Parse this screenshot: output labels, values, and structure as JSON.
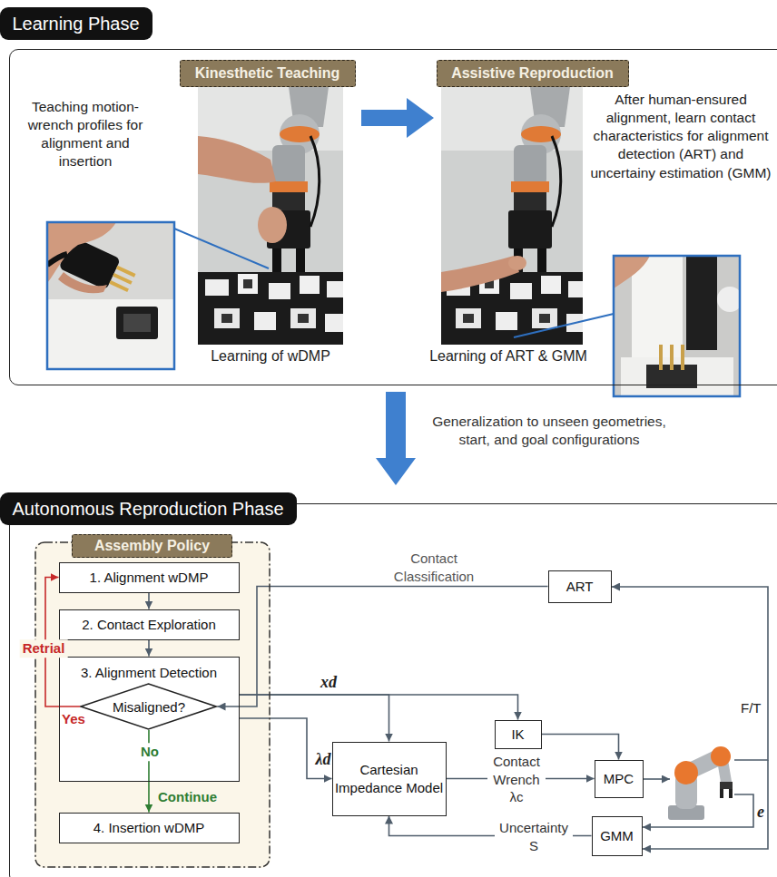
{
  "diagram": {
    "nodes": [
      {
        "text": [
          "Learning Phase"
        ]
      },
      {
        "text": [
          "Kinesthetic Teaching"
        ],
        "in": 0
      },
      {
        "text": [
          "Assistive Reproduction"
        ],
        "in": 0
      },
      {
        "text": [
          "Autonomous Reproduction Phase"
        ]
      },
      {
        "text": [
          "Assembly Policy"
        ],
        "in": 3
      },
      {
        "text": [
          "1. Alignment wDMP"
        ],
        "in": 4
      },
      {
        "text": [
          "2. Contact Exploration"
        ],
        "in": 4
      },
      {
        "text": [
          "3. Alignment Detection"
        ],
        "in": 4
      },
      {
        "text": [
          "Misaligned?"
        ],
        "in": 7
      },
      {
        "text": [
          "4. Insertion wDMP"
        ],
        "in": 4
      },
      {
        "text": [
          "ART"
        ],
        "in": 3
      },
      {
        "text": [
          "IK"
        ],
        "in": 3
      },
      {
        "text": [
          "Cartesian Impedance Model"
        ],
        "in": 3
      },
      {
        "text": [
          "MPC"
        ],
        "in": 3
      },
      {
        "text": [
          "GMM"
        ],
        "in": 3
      }
    ],
    "edges": [
      {
        "from": 0,
        "to": 3,
        "arrow": "to"
      },
      {
        "from": 5,
        "to": 6,
        "arrow": "to"
      },
      {
        "from": 6,
        "to": 7,
        "arrow": "to"
      },
      {
        "from": 8,
        "to": 5,
        "label": "Yes",
        "arrow": "to"
      },
      {
        "from": 8,
        "to": 9,
        "label": "No",
        "arrow": "to"
      },
      {
        "from": 10,
        "to": 8,
        "label": "Contact Classification",
        "arrow": "to"
      },
      {
        "from": 7,
        "to": 12,
        "label": "xd",
        "arrow": "to"
      },
      {
        "from": 7,
        "to": 11,
        "arrow": "to"
      },
      {
        "from": 7,
        "to": 12,
        "label": "λd",
        "arrow": "to"
      },
      {
        "from": 11,
        "to": 13,
        "arrow": "to"
      },
      {
        "from": 12,
        "to": 13,
        "label": "Contact Wrench λc",
        "arrow": "to"
      },
      {
        "from": 14,
        "to": 12,
        "label": "Uncertainty S",
        "arrow": "to"
      }
    ],
    "labels": [
      "Teaching motion-wrench profiles for alignment and insertion",
      "Learning of wDMP",
      "After human-ensured alignment, learn contact characteristics for alignment detection (ART) and uncertainy estimation (GMM)",
      "Learning of ART & GMM",
      "Generalization to unseen geometries, start, and goal configurations",
      "Retrial",
      "Continue",
      "F/T",
      "e"
    ]
  }
}
